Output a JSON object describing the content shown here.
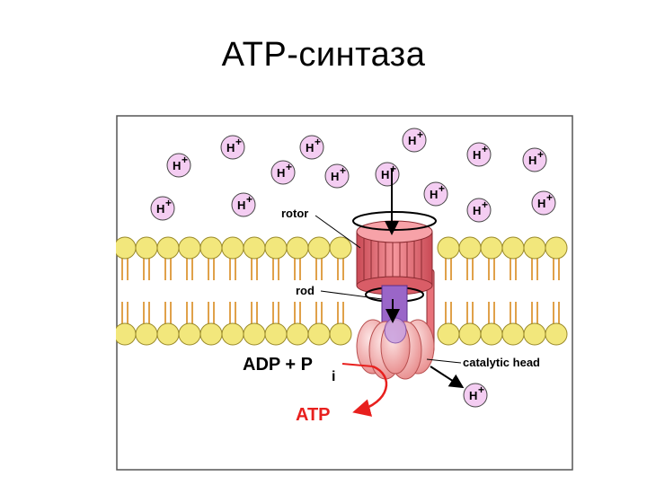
{
  "slide": {
    "title": "ATP-синтаза"
  },
  "diagram": {
    "proton_label": "H",
    "proton_charge": "+",
    "labels": {
      "rotor": "rotor",
      "rod": "rod",
      "catalytic_head": "catalytic head",
      "adp": "ADP + P",
      "adp_subscript": "i",
      "atp": "ATP"
    },
    "colors": {
      "proton_fill": "#f4cdf2",
      "lipid_head": "#f2e77c",
      "lipid_tail": "#e0a14a",
      "rotor": "#e8727a",
      "rod": "#9a66c8",
      "head": "#f7b4b4",
      "atp_red": "#e8201e"
    }
  }
}
